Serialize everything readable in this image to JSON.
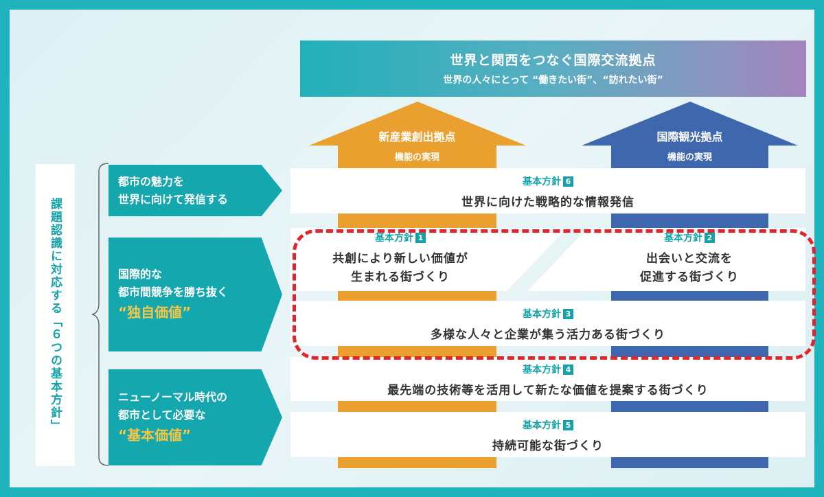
{
  "banner": {
    "title": "世界と関西をつなぐ国際交流拠点",
    "subtitle": "世界の人々にとって “働きたい街”、“訪れたい街”"
  },
  "arrows": {
    "left": {
      "title": "新産業創出拠点",
      "sub": "機能の実現",
      "color": "#e9a02f"
    },
    "right": {
      "title": "国際観光拠点",
      "sub": "機能の実現",
      "color": "#3f67ad"
    }
  },
  "vertical_label": "課題認識に対応する「６つの基本方針」",
  "issues": [
    {
      "line1": "都市の魅力を",
      "line2": "世界に向けて発信する",
      "highlight": ""
    },
    {
      "line1": "国際的な",
      "line2": "都市間競争を勝ち抜く",
      "highlight": "“独自価値”"
    },
    {
      "line1": "ニューノーマル時代の",
      "line2": "都市として必要な",
      "highlight": "“基本価値”"
    }
  ],
  "policy_prefix": "基本方針",
  "policies": {
    "p6": {
      "num": "6",
      "text": "世界に向けた戦略的な情報発信"
    },
    "p1": {
      "num": "1",
      "line1": "共創により新しい価値が",
      "line2": "生まれる街づくり"
    },
    "p2": {
      "num": "2",
      "line1": "出会いと交流を",
      "line2": "促進する街づくり"
    },
    "p3": {
      "num": "3",
      "text": "多様な人々と企業が集う活力ある街づくり"
    },
    "p4": {
      "num": "4",
      "text": "最先端の技術等を活用して新たな価値を提案する街づくり"
    },
    "p5": {
      "num": "5",
      "text": "持続可能な街づくり"
    }
  },
  "colors": {
    "teal": "#14a7ae",
    "orange": "#e9a02f",
    "blue": "#3f67ad",
    "highlight_yellow": "#f6c544",
    "dashed_red": "#e3242b"
  }
}
